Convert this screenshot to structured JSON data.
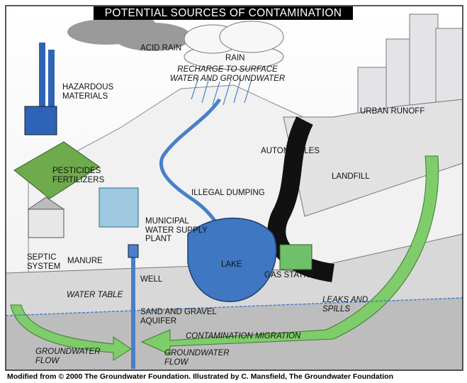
{
  "title": "POTENTIAL SOURCES OF CONTAMINATION",
  "labels": {
    "acid_rain": "ACID RAIN",
    "rain": "RAIN",
    "recharge": "RECHARGE TO SURFACE WATER AND GROUNDWATER",
    "hazardous": "HAZARDOUS MATERIALS",
    "urban_runoff": "URBAN RUNOFF",
    "automobiles": "AUTOMOBILES",
    "landfill": "LANDFILL",
    "pesticides": "PESTICIDES",
    "fertilizers": "FERTILIZERS",
    "illegal_dumping": "ILLEGAL DUMPING",
    "municipal": "MUNICIPAL WATER SUPPLY PLANT",
    "septic": "SEPTIC SYSTEM",
    "manure": "MANURE",
    "lake": "LAKE",
    "well": "WELL",
    "gas_station": "GAS STATION",
    "water_table": "WATER TABLE",
    "leaks": "LEAKS AND SPILLS",
    "aquifer": "SAND AND GRAVEL AQUIFER",
    "migration": "CONTAMINATION MIGRATION",
    "gw_flow_left": "GROUNDWATER FLOW",
    "gw_flow_right": "GROUNDWATER FLOW"
  },
  "credit": "Modified from © 2000 The Groundwater Foundation.  Illustrated by C. Mansfield, The Groundwater Foundation",
  "colors": {
    "ground": "#d8d8d8",
    "aquifer": "#bdbdbd",
    "water": "#3f77c2",
    "river": "#4a7fc9",
    "road": "#111111",
    "flow_arrow": "#7fcc6a",
    "factory": "#2f63b5",
    "field": "#6faa4c",
    "title_bg": "#000000"
  }
}
